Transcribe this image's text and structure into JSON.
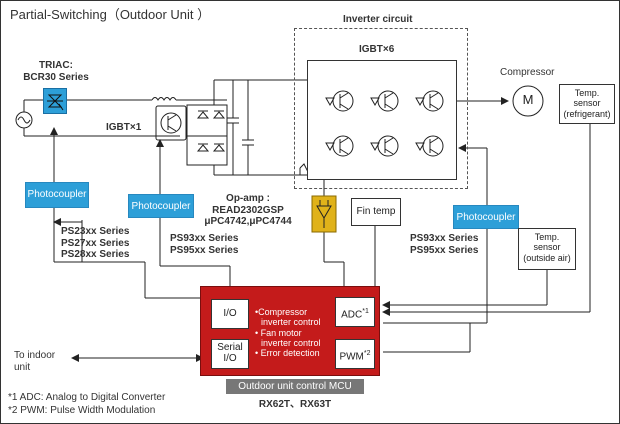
{
  "title": "Partial-Switching（Outdoor Unit ）",
  "triac": {
    "line1": "TRIAC:",
    "line2": "BCR30 Series"
  },
  "igbt_single": "IGBT×1",
  "inverter_circuit": "Inverter circuit",
  "igbt_six": "IGBT×6",
  "compressor": {
    "label": "Compressor",
    "symbol": "M"
  },
  "temp_sensor_refrigerant": {
    "line1": "Temp.",
    "line2": "sensor",
    "line3": "(refrigerant)"
  },
  "temp_sensor_outside": {
    "line1": "Temp.",
    "line2": "sensor",
    "line3": "(outside air)"
  },
  "photocoupler_label": "Photocoupler",
  "series_left": [
    "PS23xx Series",
    "PS27xx Series",
    "PS28xx Series"
  ],
  "series_mid": [
    "PS93xx Series",
    "PS95xx Series"
  ],
  "series_right": [
    "PS93xx Series",
    "PS95xx Series"
  ],
  "opamp": {
    "line1": "Op-amp :",
    "line2": "READ2302GSP",
    "line3": "μPC4742,μPC4744"
  },
  "fin_temp": "Fin temp",
  "mcu": {
    "io": "I/O",
    "serial_line1": "Serial",
    "serial_line2": "I/O",
    "adc": "ADC",
    "adc_note": "*1",
    "pwm": "PWM",
    "pwm_note": "*2",
    "func1_line1": "•Compressor",
    "func1_line2": "inverter control",
    "func2_line1": "• Fan motor",
    "func2_line2": "inverter control",
    "func3": "• Error detection",
    "name": "Outdoor unit control MCU",
    "parts": "RX62T、RX63T"
  },
  "to_indoor": {
    "line1": "To indoor",
    "line2": "unit"
  },
  "footnote1": "*1 ADC: Analog to Digital Converter",
  "footnote2": "*2 PWM: Pulse Width Modulation",
  "colors": {
    "accent_blue": "#2d9fd8",
    "mcu_red": "#c41b1b",
    "opamp_yellow": "#e0b21a",
    "caption_gray": "#777777"
  }
}
